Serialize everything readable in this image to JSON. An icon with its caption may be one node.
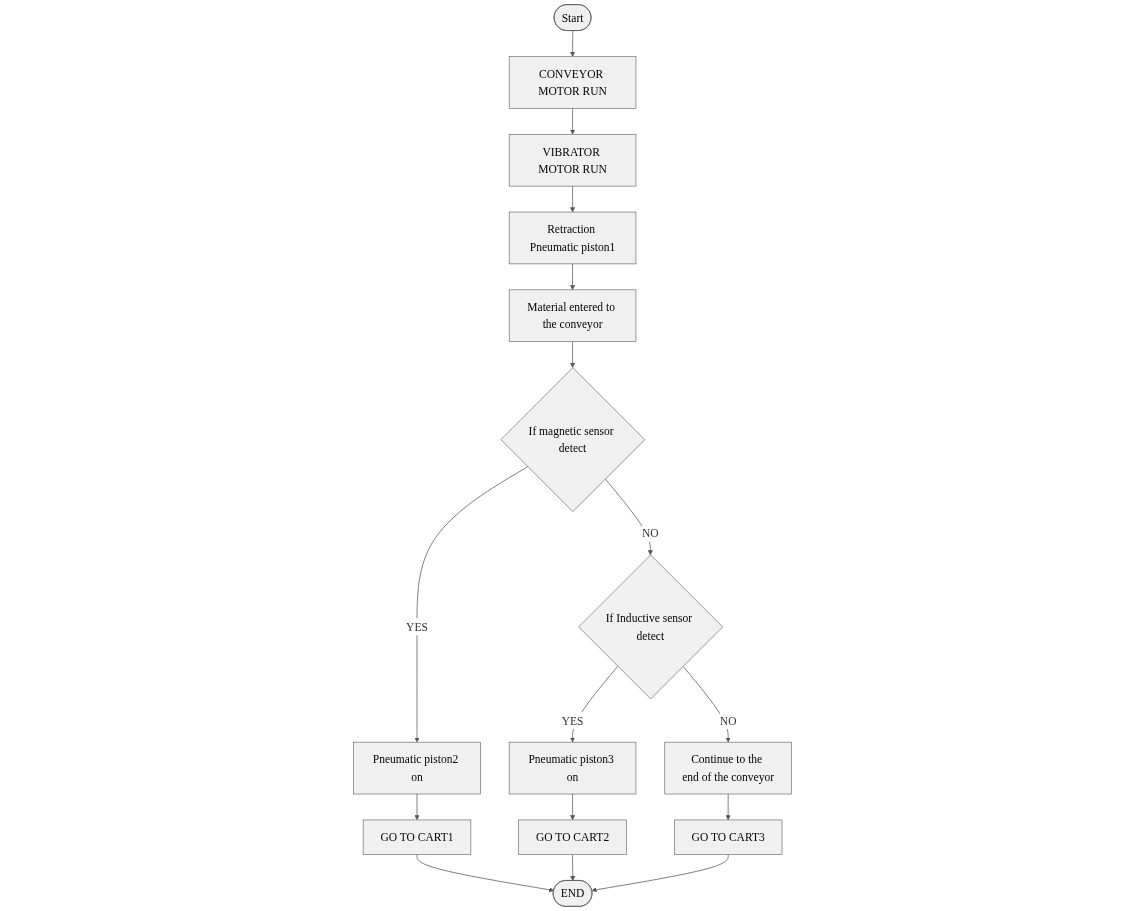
{
  "diagram": {
    "nodes": [
      {
        "text": [
          "Start"
        ]
      },
      {
        "text": [
          "CONVEYOR MOTOR RUN"
        ]
      },
      {
        "text": [
          "VIBRATOR MOTOR RUN"
        ]
      },
      {
        "text": [
          "Retraction Pneumatic piston1"
        ]
      },
      {
        "text": [
          "Material entered to the conveyor"
        ]
      },
      {
        "text": [
          "If magnetic sensor detect"
        ]
      },
      {
        "text": [
          "If Inductive sensor detect"
        ]
      },
      {
        "text": [
          "Pneumatic piston2 on"
        ]
      },
      {
        "text": [
          "Pneumatic piston3 on"
        ]
      },
      {
        "text": [
          "Continue to the end of the conveyor"
        ]
      },
      {
        "text": [
          "GO TO CART1"
        ]
      },
      {
        "text": [
          "GO TO CART2"
        ]
      },
      {
        "text": [
          "GO TO CART3"
        ]
      },
      {
        "text": [
          "END"
        ]
      }
    ],
    "edges": [
      {
        "from": 0,
        "to": 1,
        "arrow": "to"
      },
      {
        "from": 1,
        "to": 2,
        "arrow": "to"
      },
      {
        "from": 2,
        "to": 3,
        "arrow": "to"
      },
      {
        "from": 3,
        "to": 4,
        "arrow": "to"
      },
      {
        "from": 4,
        "to": 5,
        "arrow": "to"
      },
      {
        "from": 5,
        "to": 6,
        "arrow": "to",
        "label": "NO"
      },
      {
        "from": 5,
        "to": 7,
        "arrow": "to",
        "label": "YES"
      },
      {
        "from": 6,
        "to": 8,
        "arrow": "to",
        "label": "YES"
      },
      {
        "from": 6,
        "to": 9,
        "arrow": "to",
        "label": "NO"
      },
      {
        "from": 7,
        "to": 10,
        "arrow": "to"
      },
      {
        "from": 8,
        "to": 11,
        "arrow": "to"
      },
      {
        "from": 9,
        "to": 12,
        "arrow": "to"
      },
      {
        "from": 10,
        "to": 13,
        "arrow": "to"
      },
      {
        "from": 11,
        "to": 13,
        "arrow": "to"
      },
      {
        "from": 12,
        "to": 13,
        "arrow": "to"
      }
    ]
  }
}
